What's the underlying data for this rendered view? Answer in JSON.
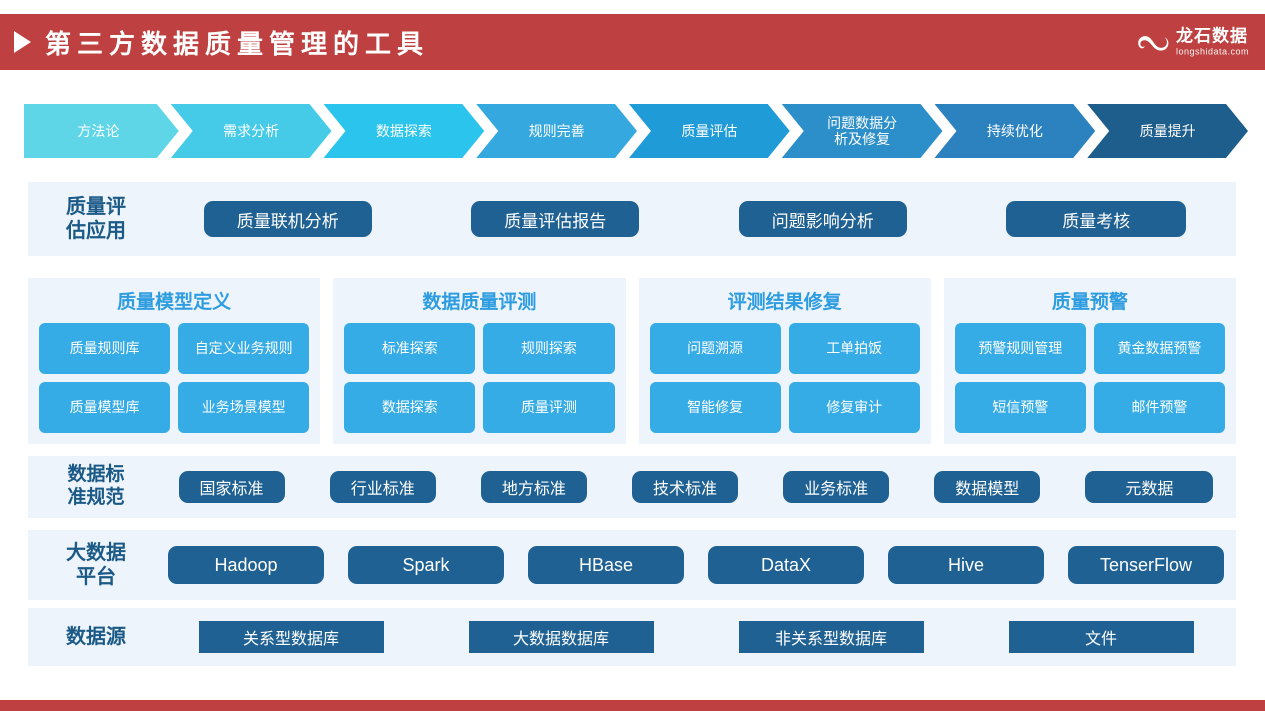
{
  "header": {
    "title": "第三方数据质量管理的工具",
    "arrow_icon": "play-triangle-icon",
    "band_color": "#bf4040",
    "logo": {
      "mark_icon": "longshi-swirl-logo-icon",
      "name_cn": "龙石数据",
      "name_en": "longshidata.com"
    }
  },
  "process": {
    "steps": [
      {
        "label": "方法论",
        "color": "#5fd6e8"
      },
      {
        "label": "需求分析",
        "color": "#45cbe8"
      },
      {
        "label": "数据探索",
        "color": "#2bc4ed"
      },
      {
        "label": "规则完善",
        "color": "#36a8e0"
      },
      {
        "label": "质量评估",
        "color": "#1f9bd8"
      },
      {
        "label": "问题数据分\n析及修复",
        "color": "#2d8fc9"
      },
      {
        "label": "持续优化",
        "color": "#2b82bf"
      },
      {
        "label": "质量提升",
        "color": "#1d5e8c"
      }
    ]
  },
  "apps_row": {
    "label": "质量评\n估应用",
    "items": [
      {
        "label": "质量联机分析",
        "width": 168
      },
      {
        "label": "质量评估报告",
        "width": 168
      },
      {
        "label": "问题影响分析",
        "width": 168
      },
      {
        "label": "质量考核",
        "width": 180
      }
    ]
  },
  "columns": [
    {
      "title": "质量模型定义",
      "tiles": [
        "质量规则库",
        "自定义业务规则",
        "质量模型库",
        "业务场景模型"
      ]
    },
    {
      "title": "数据质量评测",
      "tiles": [
        "标准探索",
        "规则探索",
        "数据探索",
        "质量评测"
      ]
    },
    {
      "title": "评测结果修复",
      "tiles": [
        "问题溯源",
        "工单拍饭",
        "智能修复",
        "修复审计"
      ]
    },
    {
      "title": "质量预警",
      "tiles": [
        "预警规则管理",
        "黄金数据预警",
        "短信预警",
        "邮件预警"
      ]
    }
  ],
  "standards_row": {
    "label": "数据标\n准规范",
    "items": [
      {
        "label": "国家标准",
        "width": 106
      },
      {
        "label": "行业标准",
        "width": 106
      },
      {
        "label": "地方标准",
        "width": 106
      },
      {
        "label": "技术标准",
        "width": 106
      },
      {
        "label": "业务标准",
        "width": 106
      },
      {
        "label": "数据模型",
        "width": 106
      },
      {
        "label": "元数据",
        "width": 128
      }
    ]
  },
  "bigdata_row": {
    "label": "大数据\n平台",
    "items": [
      {
        "label": "Hadoop",
        "width": 156
      },
      {
        "label": "Spark",
        "width": 156
      },
      {
        "label": "HBase",
        "width": 156
      },
      {
        "label": "DataX",
        "width": 156
      },
      {
        "label": "Hive",
        "width": 156
      },
      {
        "label": "TenserFlow",
        "width": 156
      }
    ]
  },
  "source_row": {
    "label": "数据源",
    "items": [
      {
        "label": "关系型数据库",
        "width": 185
      },
      {
        "label": "大数据数据库",
        "width": 185
      },
      {
        "label": "非关系型数据库",
        "width": 185
      },
      {
        "label": "文件",
        "width": 185
      }
    ]
  },
  "colors": {
    "brand_red": "#bf4040",
    "band_bg": "#eef4fc",
    "pill_blue": "#1f6193",
    "tile_blue": "#36ace6",
    "col_title_blue": "#2e9de0",
    "row_label_blue": "#1b5a86"
  }
}
